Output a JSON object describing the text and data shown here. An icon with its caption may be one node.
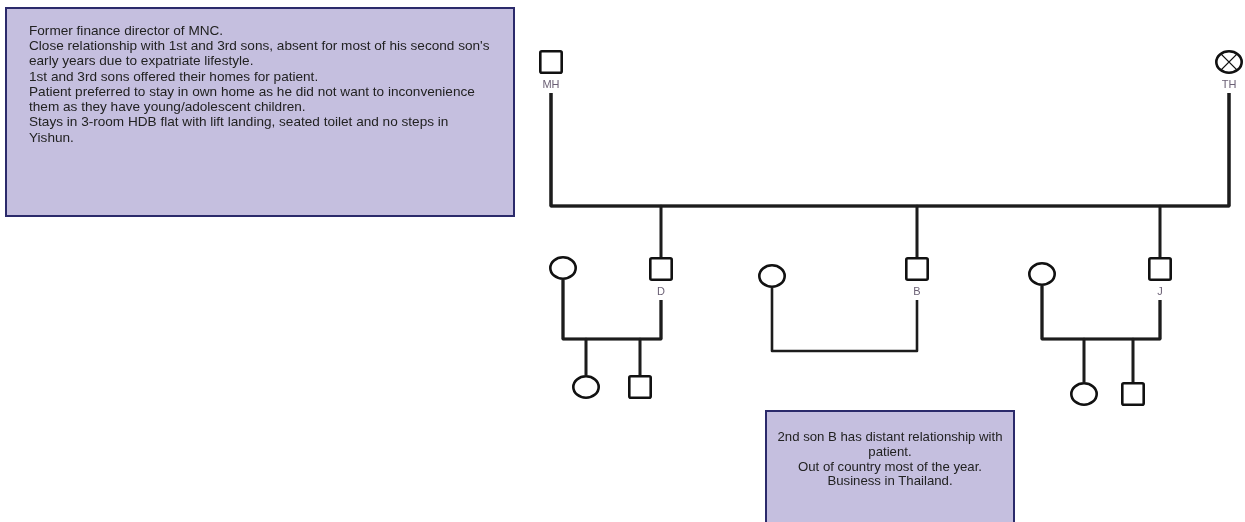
{
  "diagram": {
    "nodes": [
      {
        "text": [
          "Former finance director of MNC.",
          "Close relationship with 1st and 3rd sons, absent for most of his second son's early years due to expatriate lifestyle.",
          "1st and 3rd sons offered their homes for patient.",
          "Patient preferred to stay in own home as he did not want to inconvenience them as they have young/adolescent children.",
          "Stays in 3-room HDB flat with lift landing, seated toilet and no steps in Yishun."
        ]
      },
      {
        "text": [
          "MH"
        ]
      },
      {
        "text": [
          "TH"
        ]
      },
      {
        "text": [],
        "shape": "circle"
      },
      {
        "text": [
          "D"
        ]
      },
      {
        "text": [],
        "shape": "circle"
      },
      {
        "text": [
          "B"
        ]
      },
      {
        "text": [],
        "shape": "circle"
      },
      {
        "text": [
          "J"
        ]
      },
      {
        "text": [],
        "shape": "circle"
      },
      {
        "text": [],
        "shape": "box"
      },
      {
        "text": [],
        "shape": "circle"
      },
      {
        "text": [],
        "shape": "box"
      },
      {
        "text": [
          "2nd son B has distant relationship with patient.",
          "Out of country most of the year.",
          "Business in Thailand."
        ]
      }
    ],
    "edges": [
      {
        "from": 1,
        "to": 2,
        "arrow": "none"
      },
      {
        "from": 1,
        "to": 4,
        "arrow": "none"
      },
      {
        "from": 2,
        "to": 4,
        "arrow": "none"
      },
      {
        "from": 1,
        "to": 6,
        "arrow": "none"
      },
      {
        "from": 2,
        "to": 6,
        "arrow": "none"
      },
      {
        "from": 1,
        "to": 8,
        "arrow": "none"
      },
      {
        "from": 2,
        "to": 8,
        "arrow": "none"
      },
      {
        "from": 3,
        "to": 4,
        "arrow": "none"
      },
      {
        "from": 3,
        "to": 9,
        "arrow": "none"
      },
      {
        "from": 4,
        "to": 9,
        "arrow": "none"
      },
      {
        "from": 3,
        "to": 10,
        "arrow": "none"
      },
      {
        "from": 4,
        "to": 10,
        "arrow": "none"
      },
      {
        "from": 5,
        "to": 6,
        "arrow": "none"
      },
      {
        "from": 7,
        "to": 8,
        "arrow": "none"
      },
      {
        "from": 7,
        "to": 11,
        "arrow": "none"
      },
      {
        "from": 8,
        "to": 11,
        "arrow": "none"
      },
      {
        "from": 7,
        "to": 12,
        "arrow": "none"
      },
      {
        "from": 8,
        "to": 12,
        "arrow": "none"
      }
    ]
  }
}
